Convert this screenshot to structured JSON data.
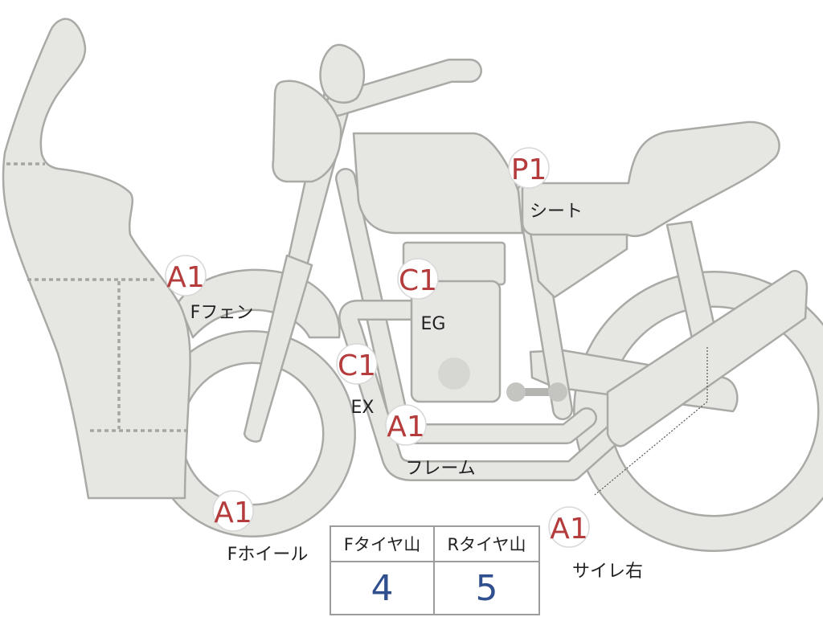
{
  "badges": [
    {
      "id": "f-fender",
      "code": "A1",
      "label": "Fフェン"
    },
    {
      "id": "engine",
      "code": "C1",
      "label": "EG"
    },
    {
      "id": "exhaust",
      "code": "C1",
      "label": "EX"
    },
    {
      "id": "frame",
      "code": "A1",
      "label": "フレーム"
    },
    {
      "id": "seat",
      "code": "P1",
      "label": "シート"
    },
    {
      "id": "f-wheel",
      "code": "A1",
      "label": "Fホイール"
    },
    {
      "id": "muffler-right",
      "code": "A1",
      "label": "サイレ右"
    }
  ],
  "tire_table": {
    "headers": [
      "Fタイヤ山",
      "Rタイヤ山"
    ],
    "values": [
      "4",
      "5"
    ]
  },
  "colors": {
    "part_fill": "#e6e6e3",
    "part_stroke": "#a9aaa6",
    "badge_text": "#b43c3c",
    "table_value": "#2f4f8f"
  }
}
